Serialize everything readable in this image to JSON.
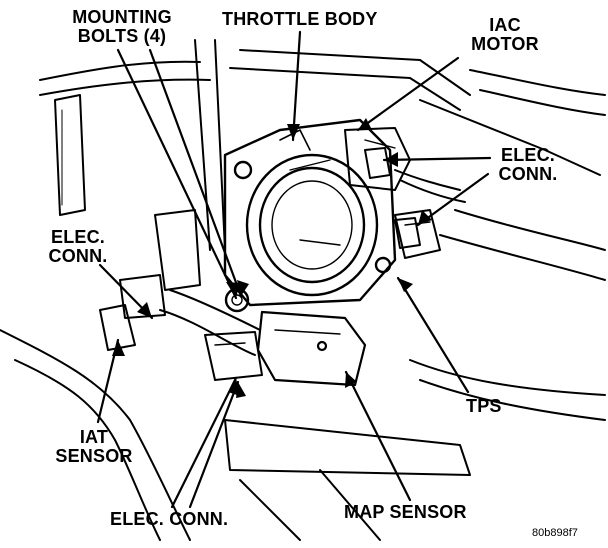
{
  "labels": {
    "mounting_bolts_line1": "MOUNTING",
    "mounting_bolts_line2": "BOLTS (4)",
    "throttle_body": "THROTTLE BODY",
    "iac_motor_line1": "IAC",
    "iac_motor_line2": "MOTOR",
    "elec_conn_right_line1": "ELEC.",
    "elec_conn_right_line2": "CONN.",
    "elec_conn_left_line1": "ELEC.",
    "elec_conn_left_line2": "CONN.",
    "tps": "TPS",
    "iat_sensor_line1": "IAT",
    "iat_sensor_line2": "SENSOR",
    "elec_conn_bottom": "ELEC. CONN.",
    "map_sensor": "MAP SENSOR",
    "figure_code": "80b898f7"
  },
  "colors": {
    "ink": "#000000",
    "paper": "#ffffff"
  }
}
